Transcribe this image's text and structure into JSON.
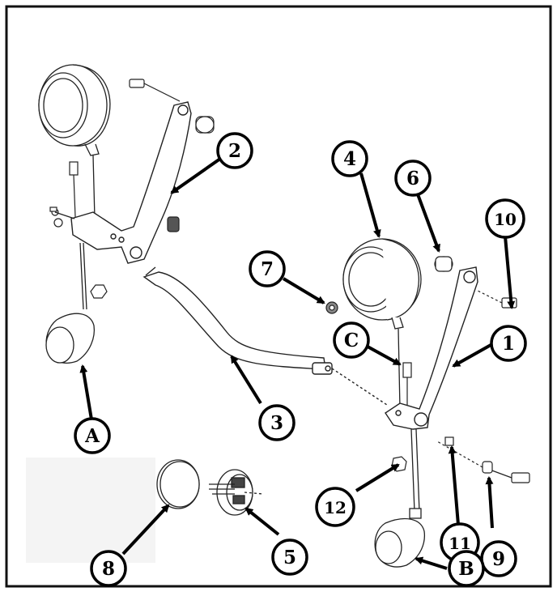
{
  "diagram": {
    "callouts": [
      {
        "id": "c1",
        "label": "1"
      },
      {
        "id": "c2",
        "label": "2"
      },
      {
        "id": "c3",
        "label": "3"
      },
      {
        "id": "c4",
        "label": "4"
      },
      {
        "id": "c5",
        "label": "5"
      },
      {
        "id": "c6",
        "label": "6"
      },
      {
        "id": "c7",
        "label": "7"
      },
      {
        "id": "c8",
        "label": "8"
      },
      {
        "id": "c9",
        "label": "9"
      },
      {
        "id": "c10",
        "label": "10"
      },
      {
        "id": "c11",
        "label": "11"
      },
      {
        "id": "c12",
        "label": "12"
      },
      {
        "id": "cA",
        "label": "A"
      },
      {
        "id": "cB",
        "label": "B"
      },
      {
        "id": "cC",
        "label": "C"
      }
    ]
  }
}
